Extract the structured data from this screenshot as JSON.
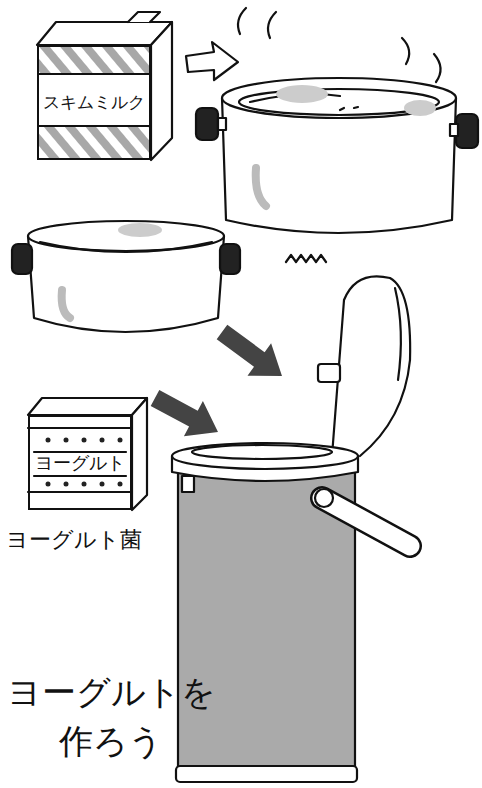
{
  "diagram": {
    "title": "ヨーグルトを 作ろう",
    "nodes": [
      {
        "text": [
          "スキムミルク"
        ]
      },
      {
        "text": [
          "ヨーグルト",
          "ヨーグルト菌"
        ]
      }
    ]
  }
}
